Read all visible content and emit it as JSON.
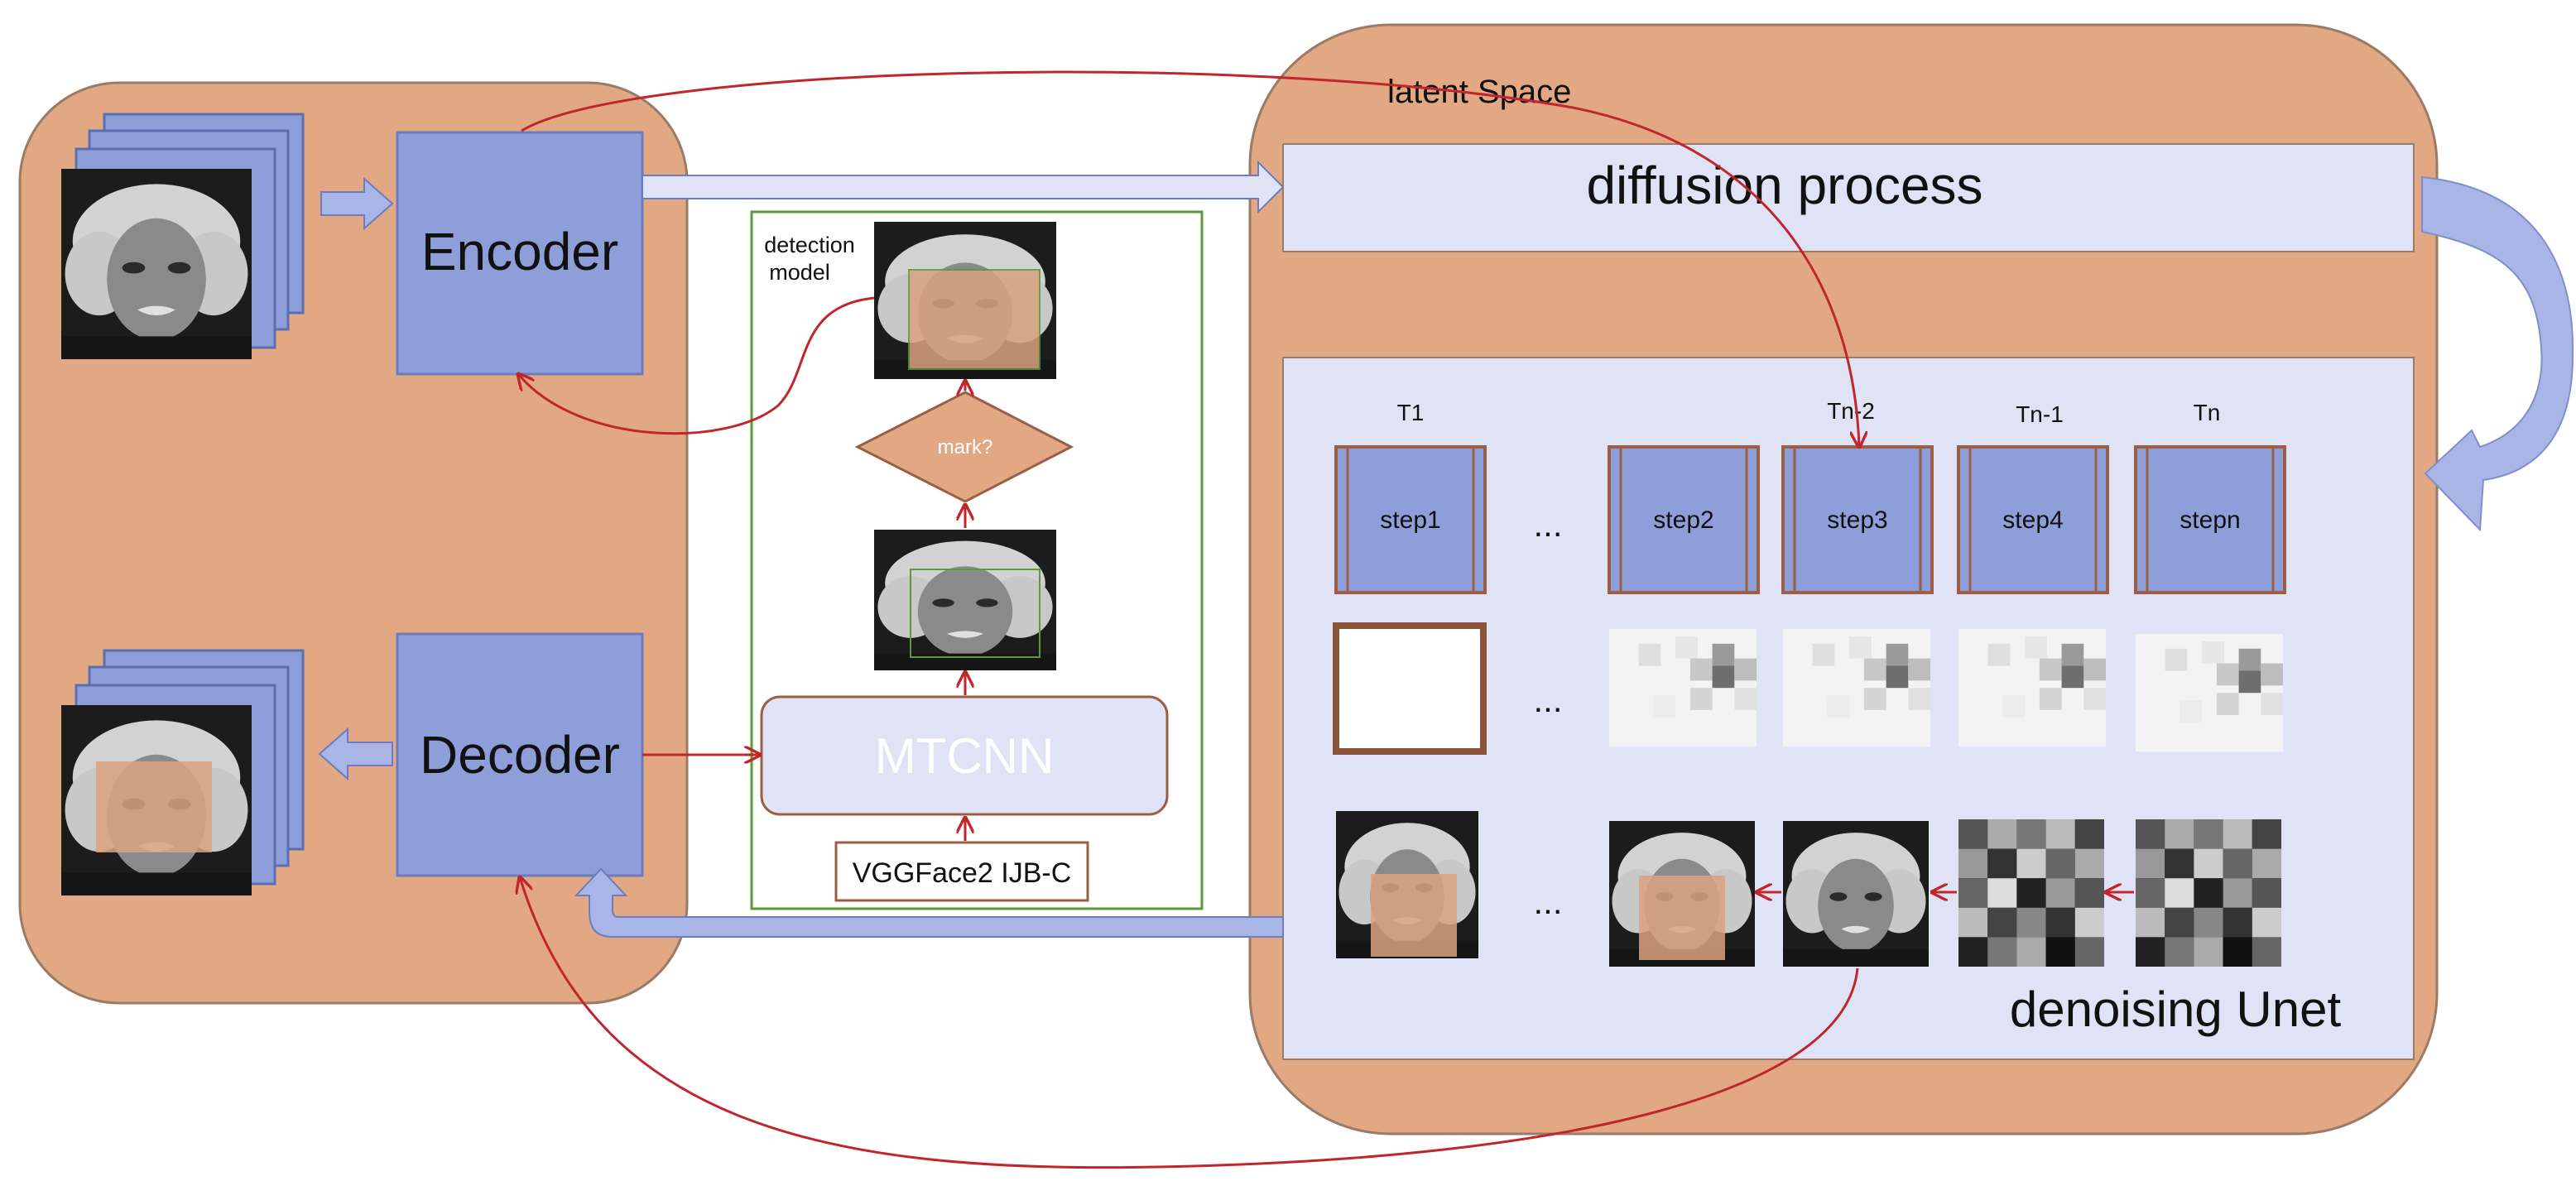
{
  "latent_space": {
    "label": "latent Space"
  },
  "encoder": {
    "label": "Encoder"
  },
  "decoder": {
    "label": "Decoder"
  },
  "detection": {
    "label_line1": "detection",
    "label_line2": "model",
    "decision_label": "mark?",
    "mtcnn_label": "MTCNN",
    "dataset_label": "VGGFace2 IJB-C"
  },
  "diffusion": {
    "label": "diffusion process"
  },
  "unet": {
    "label": "denoising Unet",
    "ellipsis": "...",
    "time_labels": [
      "T1",
      "Tn-2",
      "Tn-1",
      "Tn"
    ],
    "steps": [
      "step1",
      "step2",
      "step3",
      "step4",
      "stepn"
    ]
  },
  "colors": {
    "panel": "#e2a883",
    "panel_border": "#9b7a66",
    "block_blue": "#8e9ed9",
    "block_blue_dark": "#6c7cc0",
    "light_panel": "#dfe3f5",
    "arrow_blue": "#a9b5e6",
    "red_line": "#c0262c",
    "green_border": "#5a9a3a",
    "brown": "#9a5f44"
  }
}
